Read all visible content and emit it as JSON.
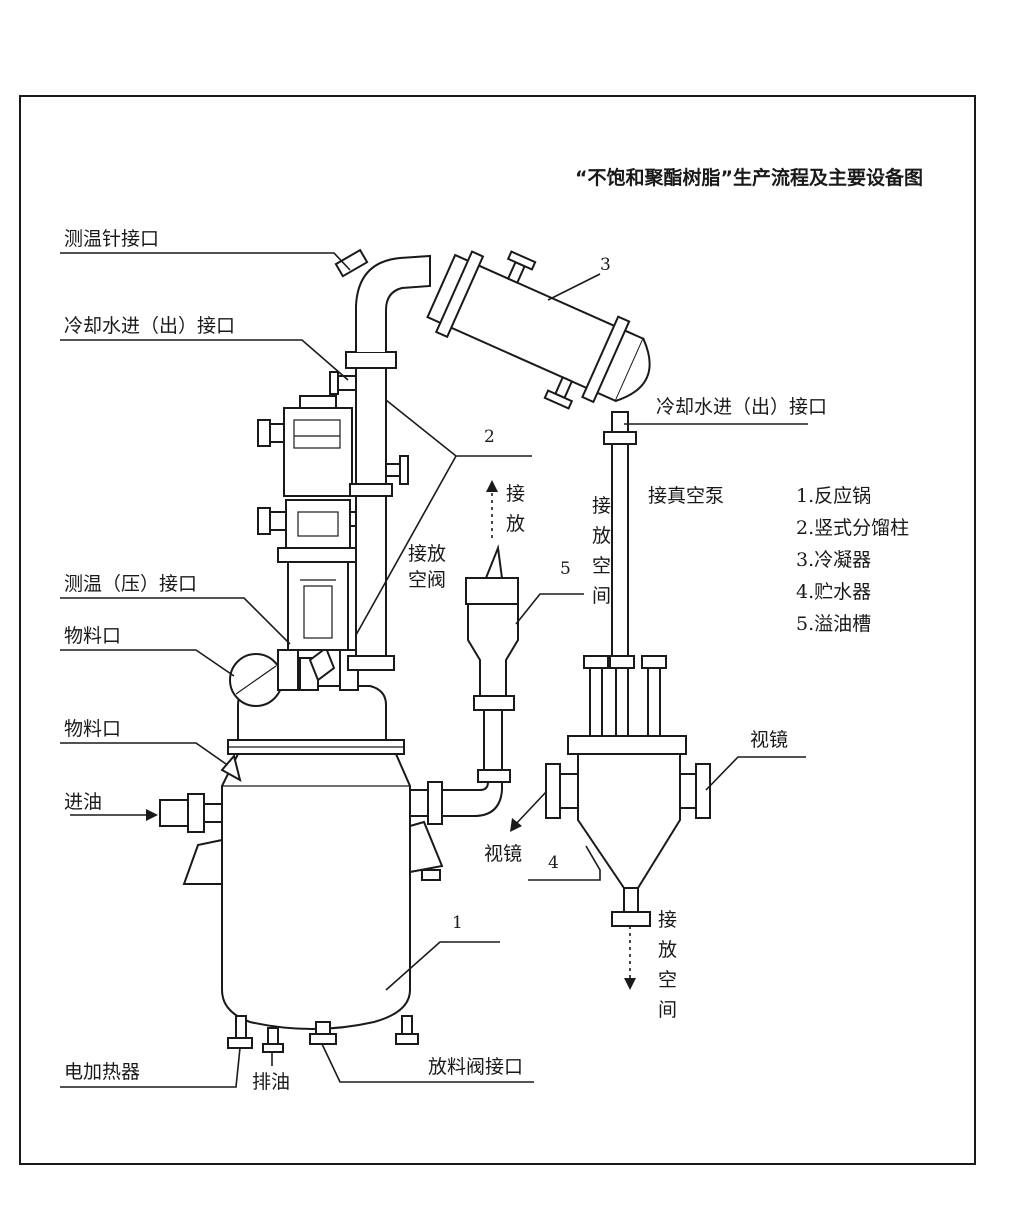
{
  "title": "“不饱和聚酯树脂”生产流程及主要设备图",
  "labels": {
    "temp_probe_port": "测温针接口",
    "cooling_water_port_left": "冷却水进（出）接口",
    "cooling_water_port_right": "冷却水进（出）接口",
    "temp_pressure_port": "测温（压）接口",
    "material_port_upper": "物料口",
    "material_port_lower": "物料口",
    "oil_inlet": "进油",
    "electric_heater": "电加热器",
    "oil_drain": "排油",
    "discharge_valve_port": "放料阀接口",
    "sight_glass_right": "视镜",
    "sight_glass_left": "视镜",
    "to_vacuum_pump": "接真空泵"
  },
  "vertical_labels": {
    "vent_top": [
      "接",
      "放"
    ],
    "vent_column": [
      "接放",
      "空阀"
    ],
    "vent_mid": [
      "接",
      "放",
      "空",
      "间"
    ],
    "vent_bottom": [
      "接",
      "放",
      "空",
      "间"
    ]
  },
  "numbers": {
    "n1": "1",
    "n2": "2",
    "n3": "3",
    "n4": "4",
    "n5": "5"
  },
  "legend": [
    "1.反应锅",
    "2.竖式分馏柱",
    "3.冷凝器",
    "4.贮水器",
    "5.溢油槽"
  ]
}
